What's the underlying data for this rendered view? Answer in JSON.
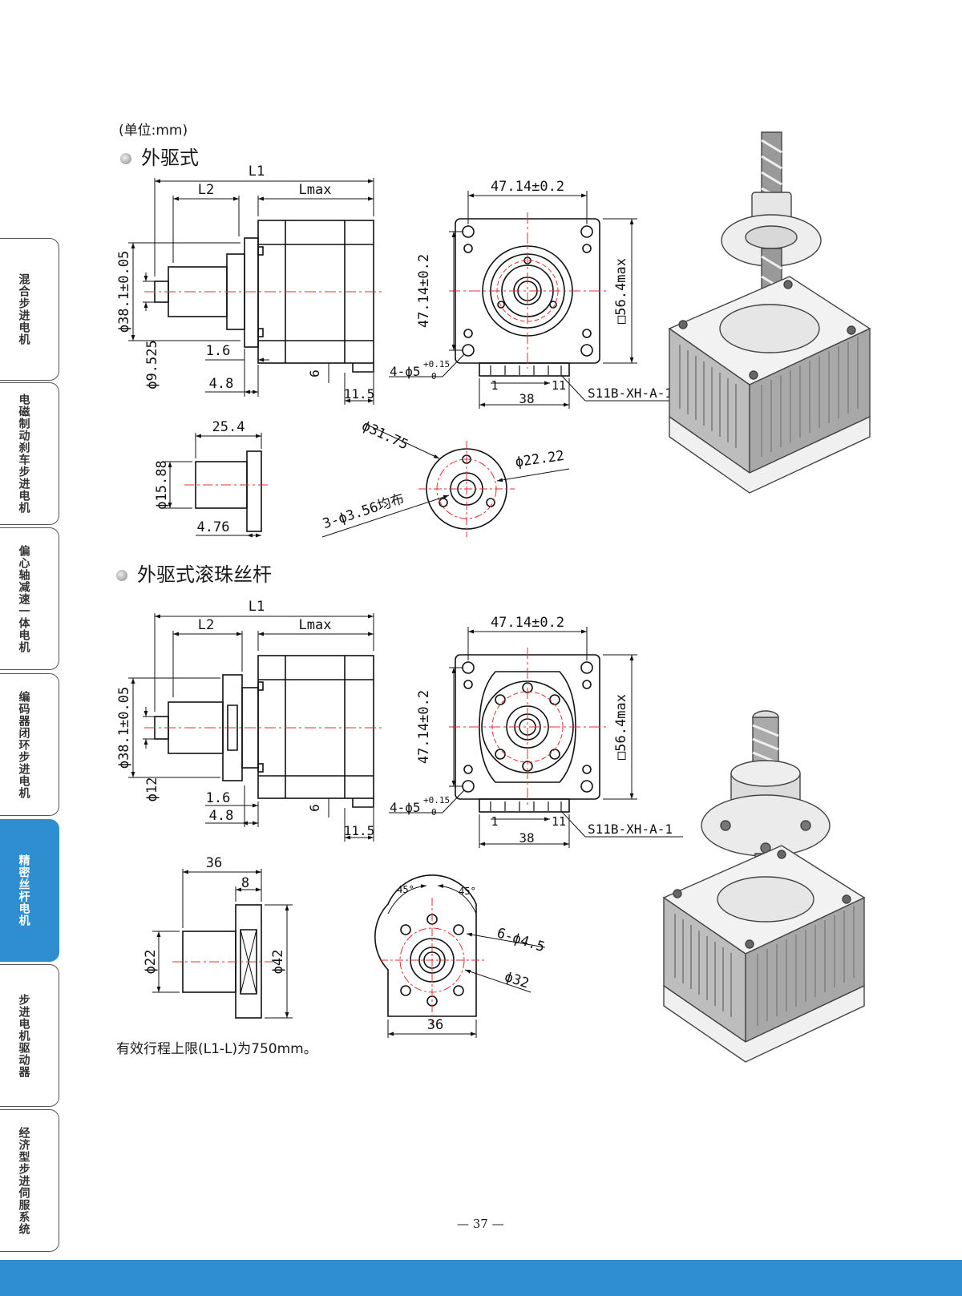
{
  "unit": "(单位:mm)",
  "sections": {
    "s1_title": "外驱式",
    "s2_title": "外驱式滚珠丝杆"
  },
  "drawing1": {
    "L1": "L1",
    "L2": "L2",
    "Lmax": "Lmax",
    "d38": "ϕ38.1±0.05",
    "d9": "ϕ9.525",
    "d16": "1.6",
    "d48": "4.8",
    "d6": "6",
    "d115": "11.5",
    "w47": "47.14±0.2",
    "h47": "47.14±0.2",
    "h56": "□56.4max",
    "hole_main": "4-ϕ5",
    "hole_tol_up": "+0.15",
    "hole_tol_dn": "0",
    "conn_1": "1",
    "conn_11": "11",
    "conn_38": "38",
    "connector": "S11B-XH-A-1"
  },
  "nut1": {
    "d254": "25.4",
    "d1588": "ϕ15.88",
    "d476": "4.76",
    "d3175": "ϕ31.75",
    "d2222": "ϕ22.22",
    "holes": "3-ϕ3.56均布"
  },
  "drawing2": {
    "L1": "L1",
    "L2": "L2",
    "Lmax": "Lmax",
    "d38": "ϕ38.1±0.05",
    "d12": "ϕ12",
    "d16": "1.6",
    "d48": "4.8",
    "d6": "6",
    "d115": "11.5",
    "w47": "47.14±0.2",
    "h47": "47.14±0.2",
    "h56": "□56.4max",
    "hole_main": "4-ϕ5",
    "hole_tol_up": "+0.15",
    "hole_tol_dn": "0",
    "conn_1": "1",
    "conn_11": "11",
    "conn_38": "38",
    "connector": "S11B-XH-A-1"
  },
  "nut2": {
    "d36": "36",
    "d8": "8",
    "d22": "ϕ22",
    "d42": "ϕ42",
    "a45l": "45°",
    "a45r": "45°",
    "holes": "6-ϕ4.5",
    "d32": "ϕ32",
    "d36b": "36"
  },
  "note": "有效行程上限(L1-L)为750mm。",
  "page_number": "— 37 —",
  "side_tabs": [
    {
      "label": "混合步进电机",
      "active": false
    },
    {
      "label": "电磁制动刹车步进电机",
      "active": false
    },
    {
      "label": "偏心轴减速一体电机",
      "active": false
    },
    {
      "label": "编码器闭环步进电机",
      "active": false
    },
    {
      "label": "精密丝杆电机",
      "active": true
    },
    {
      "label": "步进电机驱动器",
      "active": false
    },
    {
      "label": "经济型步进伺服系统",
      "active": false
    }
  ],
  "colors": {
    "accent": "#2f8ed0",
    "center_line": "#e03030",
    "line": "#111111"
  }
}
